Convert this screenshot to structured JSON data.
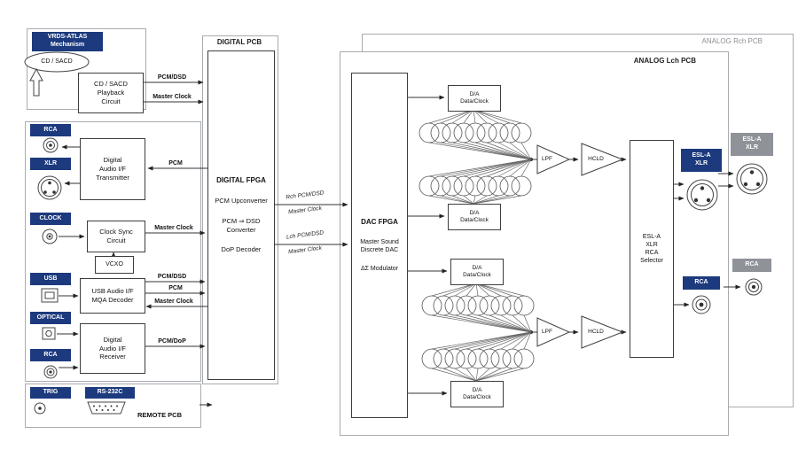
{
  "colors": {
    "navy": "#1c3a7d",
    "label_gray": "#8f9298"
  },
  "mechanism": {
    "label": "VRDS-ATLAS\nMechanism",
    "disc": "CD / SACD"
  },
  "playback": {
    "label": "CD / SACD\nPlayback\nCircuit"
  },
  "digital_pcb": {
    "title": "DIGITAL PCB",
    "fpga_title": "DIGITAL FPGA",
    "fpga_line1": "PCM Upconverter",
    "fpga_line2": "PCM ⇒ DSD\nConverter",
    "fpga_line3": "DoP Decoder"
  },
  "io": {
    "rca": "RCA",
    "xlr": "XLR",
    "clock": "CLOCK",
    "usb": "USB",
    "optical": "OPTICAL",
    "transmitter": "Digital\nAudio I/F\nTransmitter",
    "clock_sync": "Clock Sync\nCircuit",
    "vcxo": "VCXO",
    "usb_decoder": "USB Audio I/F\nMQA Decoder",
    "receiver": "Digital\nAudio I/F\nReceiver"
  },
  "signals": {
    "pcm_dsd": "PCM/DSD",
    "master_clock": "Master Clock",
    "pcm": "PCM",
    "pcm_dop": "PCM/DoP",
    "rch_pcm_dsd": "Rch PCM/DSD",
    "lch_pcm_dsd": "Lch PCM/DSD"
  },
  "remote": {
    "trig": "TRIG",
    "rs232c": "RS-232C",
    "title": "REMOTE PCB"
  },
  "analog": {
    "rch_title": "ANALOG Rch PCB",
    "lch_title": "ANALOG Lch PCB",
    "dac_fpga_title": "DAC FPGA",
    "dac_fpga_line1": "Master Sound\nDiscrete DAC",
    "dac_fpga_line2": "ΔΣ Modulator",
    "da_block": "D/A\nData/Clock",
    "lpf": "LPF",
    "hcld": "HCLD",
    "selector": "ESL-A\nXLR\nRCA\nSelector",
    "esl_xlr": "ESL-A\nXLR",
    "rca": "RCA"
  }
}
